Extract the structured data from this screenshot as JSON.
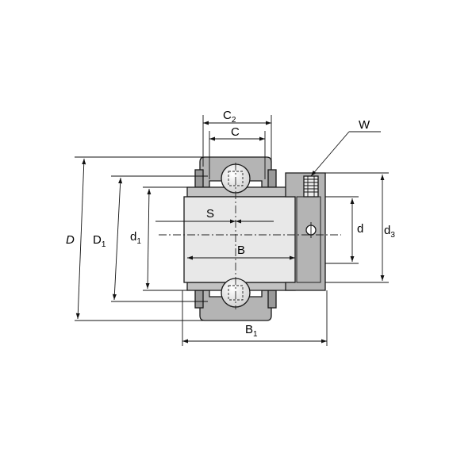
{
  "labels": {
    "C2": {
      "main": "C",
      "sub": "2"
    },
    "C": {
      "main": "C"
    },
    "W": {
      "main": "W"
    },
    "D": {
      "main": "D"
    },
    "D1": {
      "main": "D",
      "sub": "1"
    },
    "d1": {
      "main": "d",
      "sub": "1"
    },
    "S": {
      "main": "S"
    },
    "B": {
      "main": "B"
    },
    "d": {
      "main": "d"
    },
    "d3": {
      "main": "d",
      "sub": "3"
    },
    "B1": {
      "main": "B",
      "sub": "1"
    }
  },
  "colors": {
    "ring": "#b4b4b4",
    "ring_dark": "#8e8e8e",
    "bore": "#e8e8e8",
    "ball": "#f2f2f2",
    "line": "#111111"
  }
}
